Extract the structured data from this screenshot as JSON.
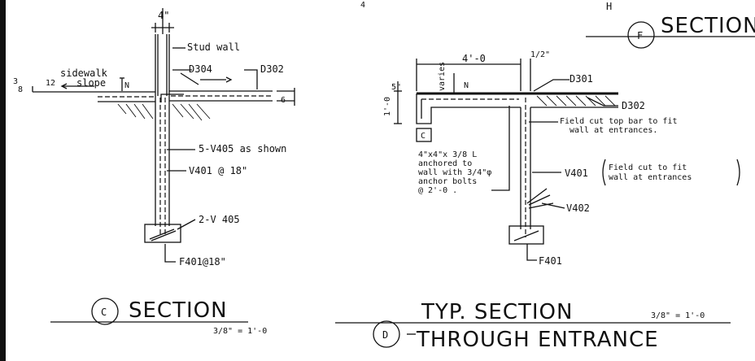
{
  "detail_c": {
    "dim_top": "4\"",
    "dim_slope_num": "3",
    "dim_slope_den": "8",
    "dim_slope_val": "12",
    "dim_small": "N",
    "dim_right": "6",
    "label_stud_wall": "Stud wall",
    "label_sidewalk": "sidewalk",
    "label_slope": "slope",
    "label_d304": "D304",
    "label_d302": "D302",
    "label_s_v405": "5-V405 as shown",
    "label_v401": "V401 @ 18\"",
    "label_2v405": "2-V 405",
    "label_f401": "F401@18\"",
    "marker": "C",
    "title": "SECTION",
    "scale": "3/8\" = 1'-0"
  },
  "detail_d": {
    "dim_cant": "4'-0",
    "dim_half": "1/2\"",
    "dim_varies": "varies",
    "dim_n": "N",
    "dim_five": "5\"",
    "dim_onefoot": "1'-0",
    "dim_c": "C",
    "label_d301": "D301",
    "label_d302": "D302",
    "label_field_cut_top": "Field cut top bar to fit",
    "label_field_cut_top_2": "wall at entrances.",
    "label_angle_1": "4\"x4\"x 3/8 L",
    "label_angle_2": "anchored to",
    "label_angle_3": "wall with 3/4\"φ",
    "label_angle_4": "anchor bolts",
    "label_angle_5": "@ 2'-0 .",
    "label_v401": "V401",
    "label_v401_note_1": "Field cut to fit",
    "label_v401_note_2": "wall at entrances",
    "label_v402": "V402",
    "label_f401": "F401",
    "marker": "D",
    "title_1": "TYP. SECTION",
    "title_2": "THROUGH ENTRANCE",
    "scale": "3/8\" = 1'-0"
  },
  "detail_f": {
    "marker": "F",
    "title": "SECTION"
  },
  "top_fragments": {
    "frag_1": "4",
    "frag_2": "H"
  }
}
